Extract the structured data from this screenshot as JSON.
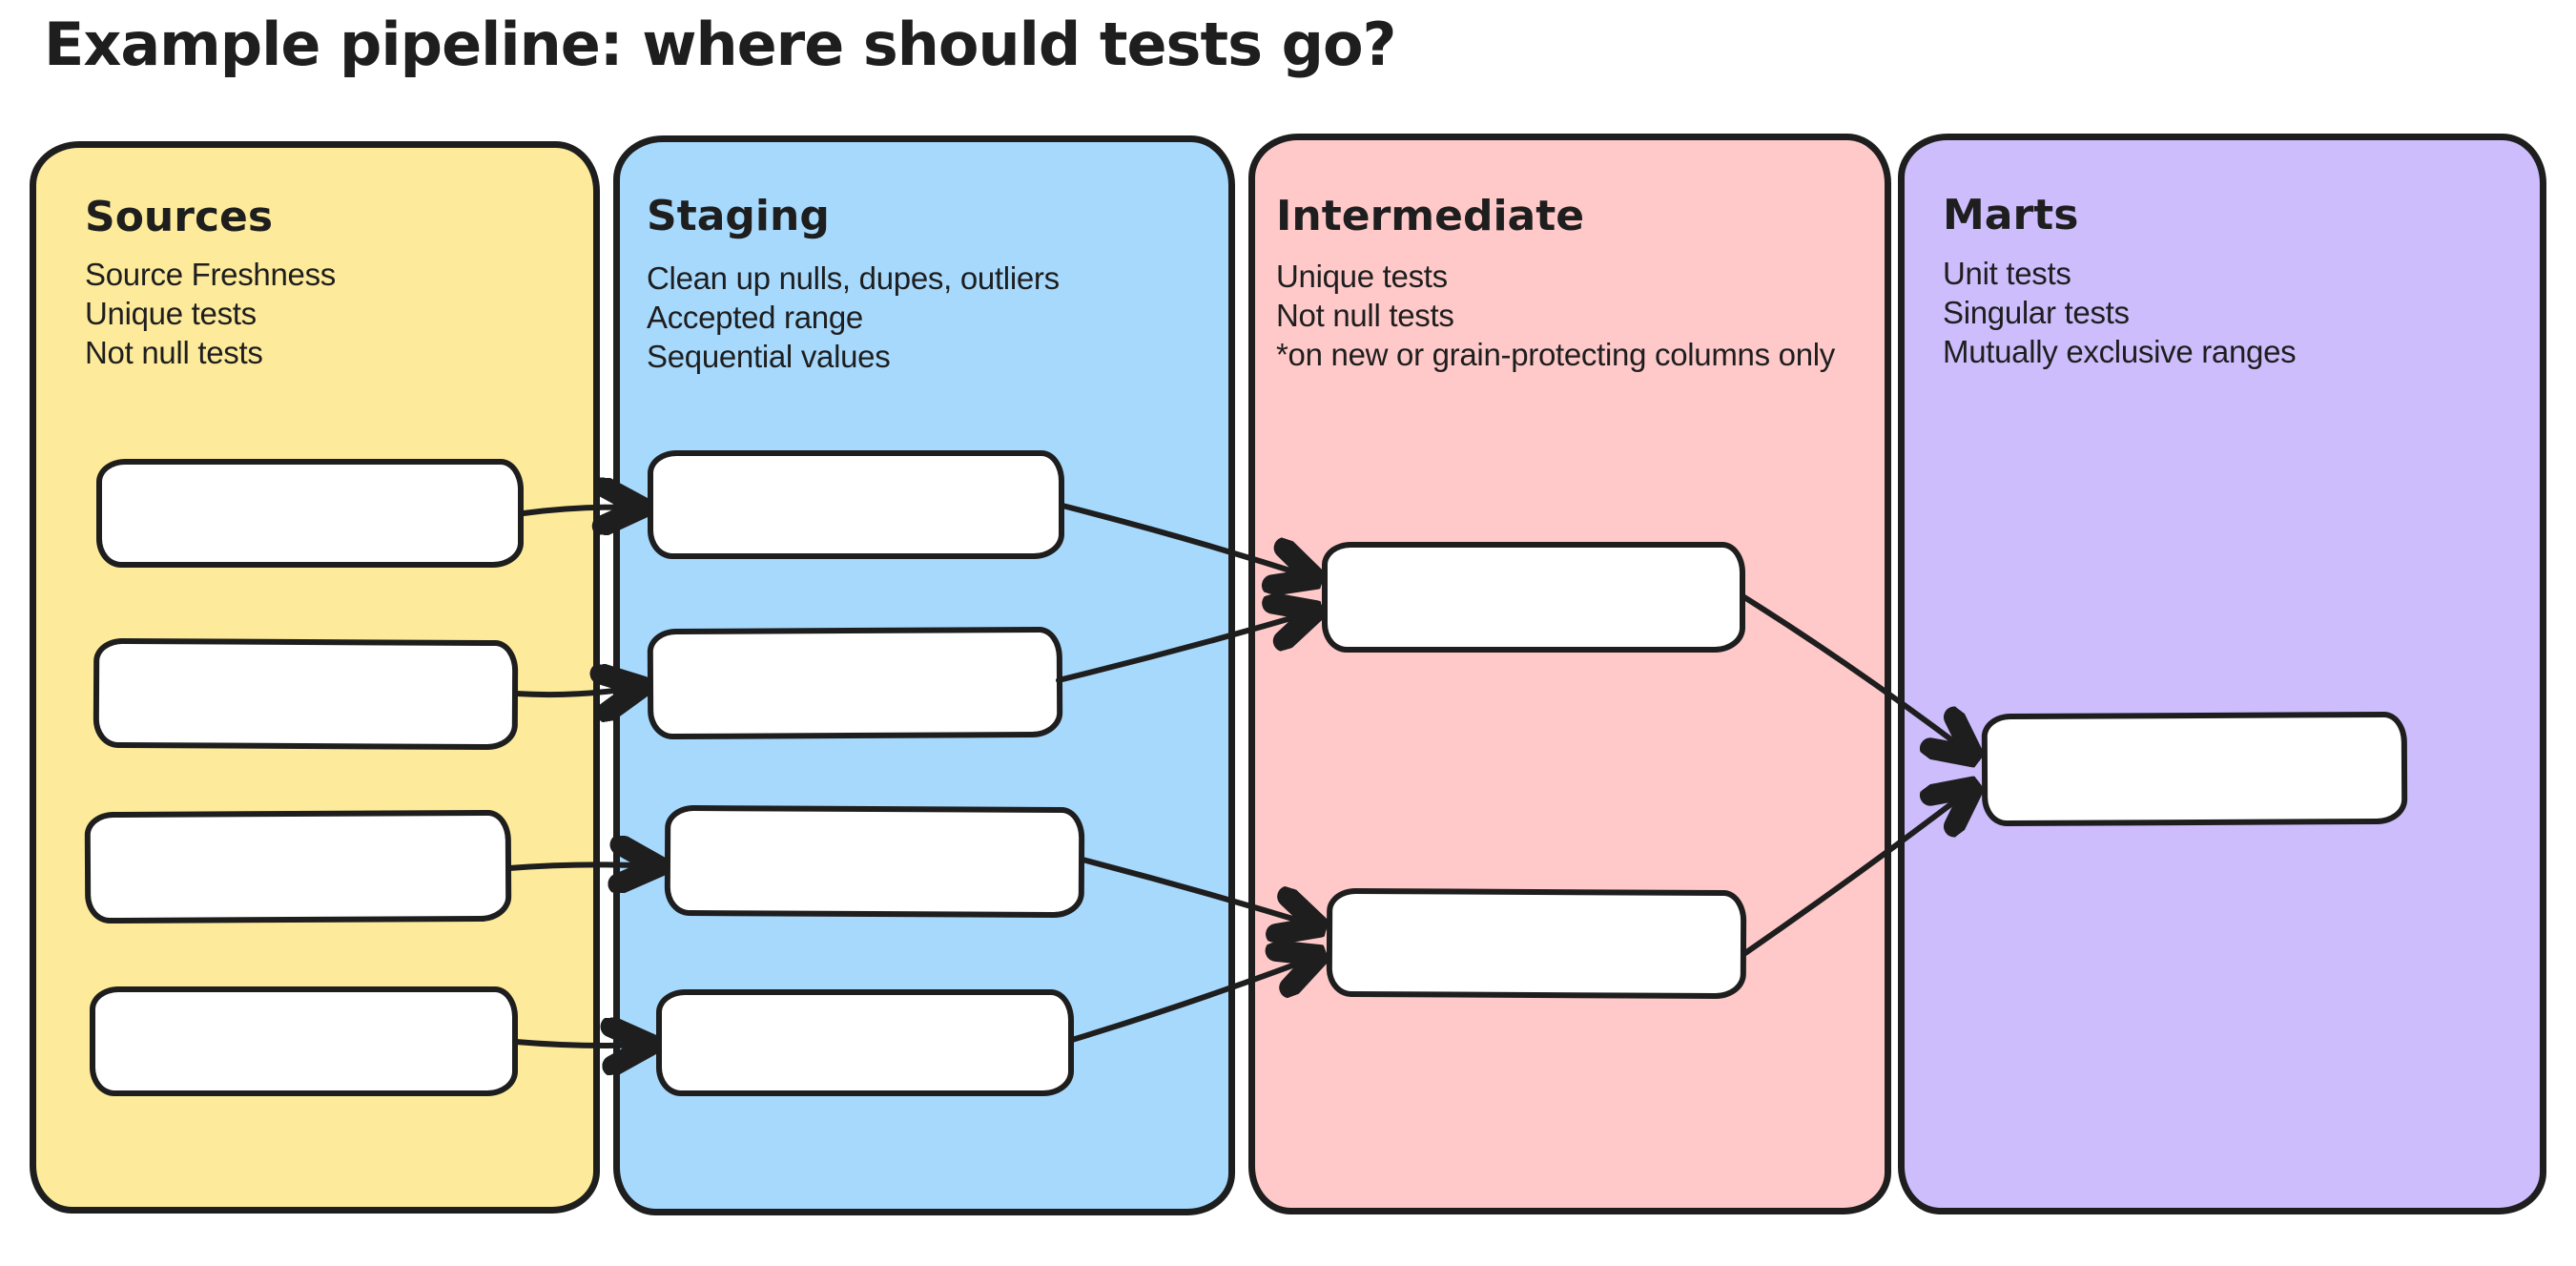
{
  "title": "Example pipeline: where should tests go?",
  "colors": {
    "stroke": "#1e1e1e",
    "canvas_bg": "#ffffff",
    "node_fill": "#ffffff",
    "sources_bg": "#fdeb9b",
    "staging_bg": "#a7d9fd",
    "intermediate_bg": "#ffc9c9",
    "marts_bg": "#cdbdfd"
  },
  "panels": [
    {
      "label": "Sources",
      "color": "#fdeb9b",
      "tests": [
        "Source Freshness",
        "Unique tests",
        "Not null tests"
      ],
      "node_count": 4
    },
    {
      "label": "Staging",
      "color": "#a7d9fd",
      "tests": [
        "Clean up nulls, dupes, outliers",
        "Accepted range",
        "Sequential values"
      ],
      "node_count": 4
    },
    {
      "label": "Intermediate",
      "color": "#ffc9c9",
      "tests": [
        "Unique tests",
        "Not null tests",
        "*on new or grain-protecting columns only"
      ],
      "node_count": 2
    },
    {
      "label": "Marts",
      "color": "#cdbdfd",
      "tests": [
        "Unit tests",
        "Singular tests",
        "Mutually exclusive ranges"
      ],
      "node_count": 1
    }
  ],
  "edges": [
    {
      "from": "source-1",
      "to": "staging-1"
    },
    {
      "from": "source-2",
      "to": "staging-2"
    },
    {
      "from": "source-3",
      "to": "staging-3"
    },
    {
      "from": "source-4",
      "to": "staging-4"
    },
    {
      "from": "staging-1",
      "to": "intermediate-1"
    },
    {
      "from": "staging-2",
      "to": "intermediate-1"
    },
    {
      "from": "staging-3",
      "to": "intermediate-2"
    },
    {
      "from": "staging-4",
      "to": "intermediate-2"
    },
    {
      "from": "intermediate-1",
      "to": "marts-1"
    },
    {
      "from": "intermediate-2",
      "to": "marts-1"
    }
  ]
}
